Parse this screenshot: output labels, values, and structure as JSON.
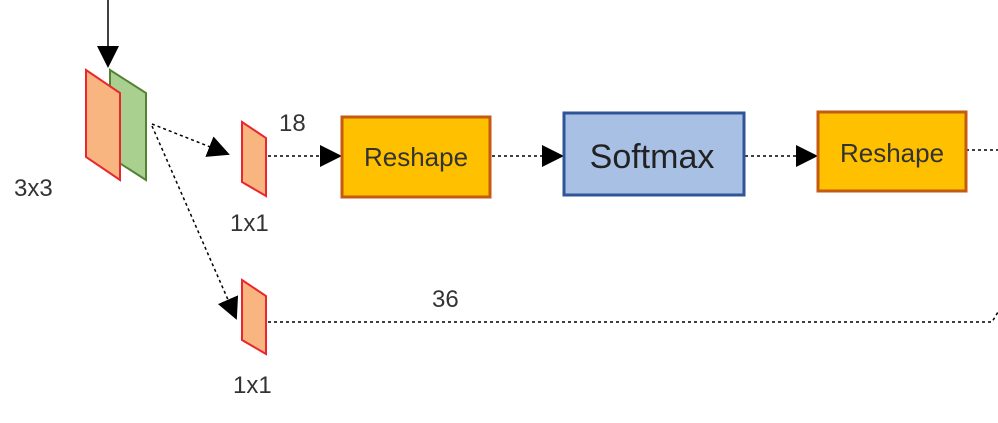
{
  "labels": {
    "input_kernel": "3x3",
    "top_conv": "1x1",
    "bottom_conv": "1x1",
    "top_channels": "18",
    "bottom_channels": "36"
  },
  "boxes": {
    "reshape_1": "Reshape",
    "softmax": "Softmax",
    "reshape_2": "Reshape"
  },
  "colors": {
    "orange_fill": "#F8B57F",
    "red_border": "#E8282E",
    "green_fill": "#A9D08E",
    "green_border": "#548235",
    "reshape_fill": "#FFC000",
    "reshape_border": "#C55A11",
    "softmax_fill": "#A8C0E4",
    "softmax_border": "#2F5597"
  }
}
